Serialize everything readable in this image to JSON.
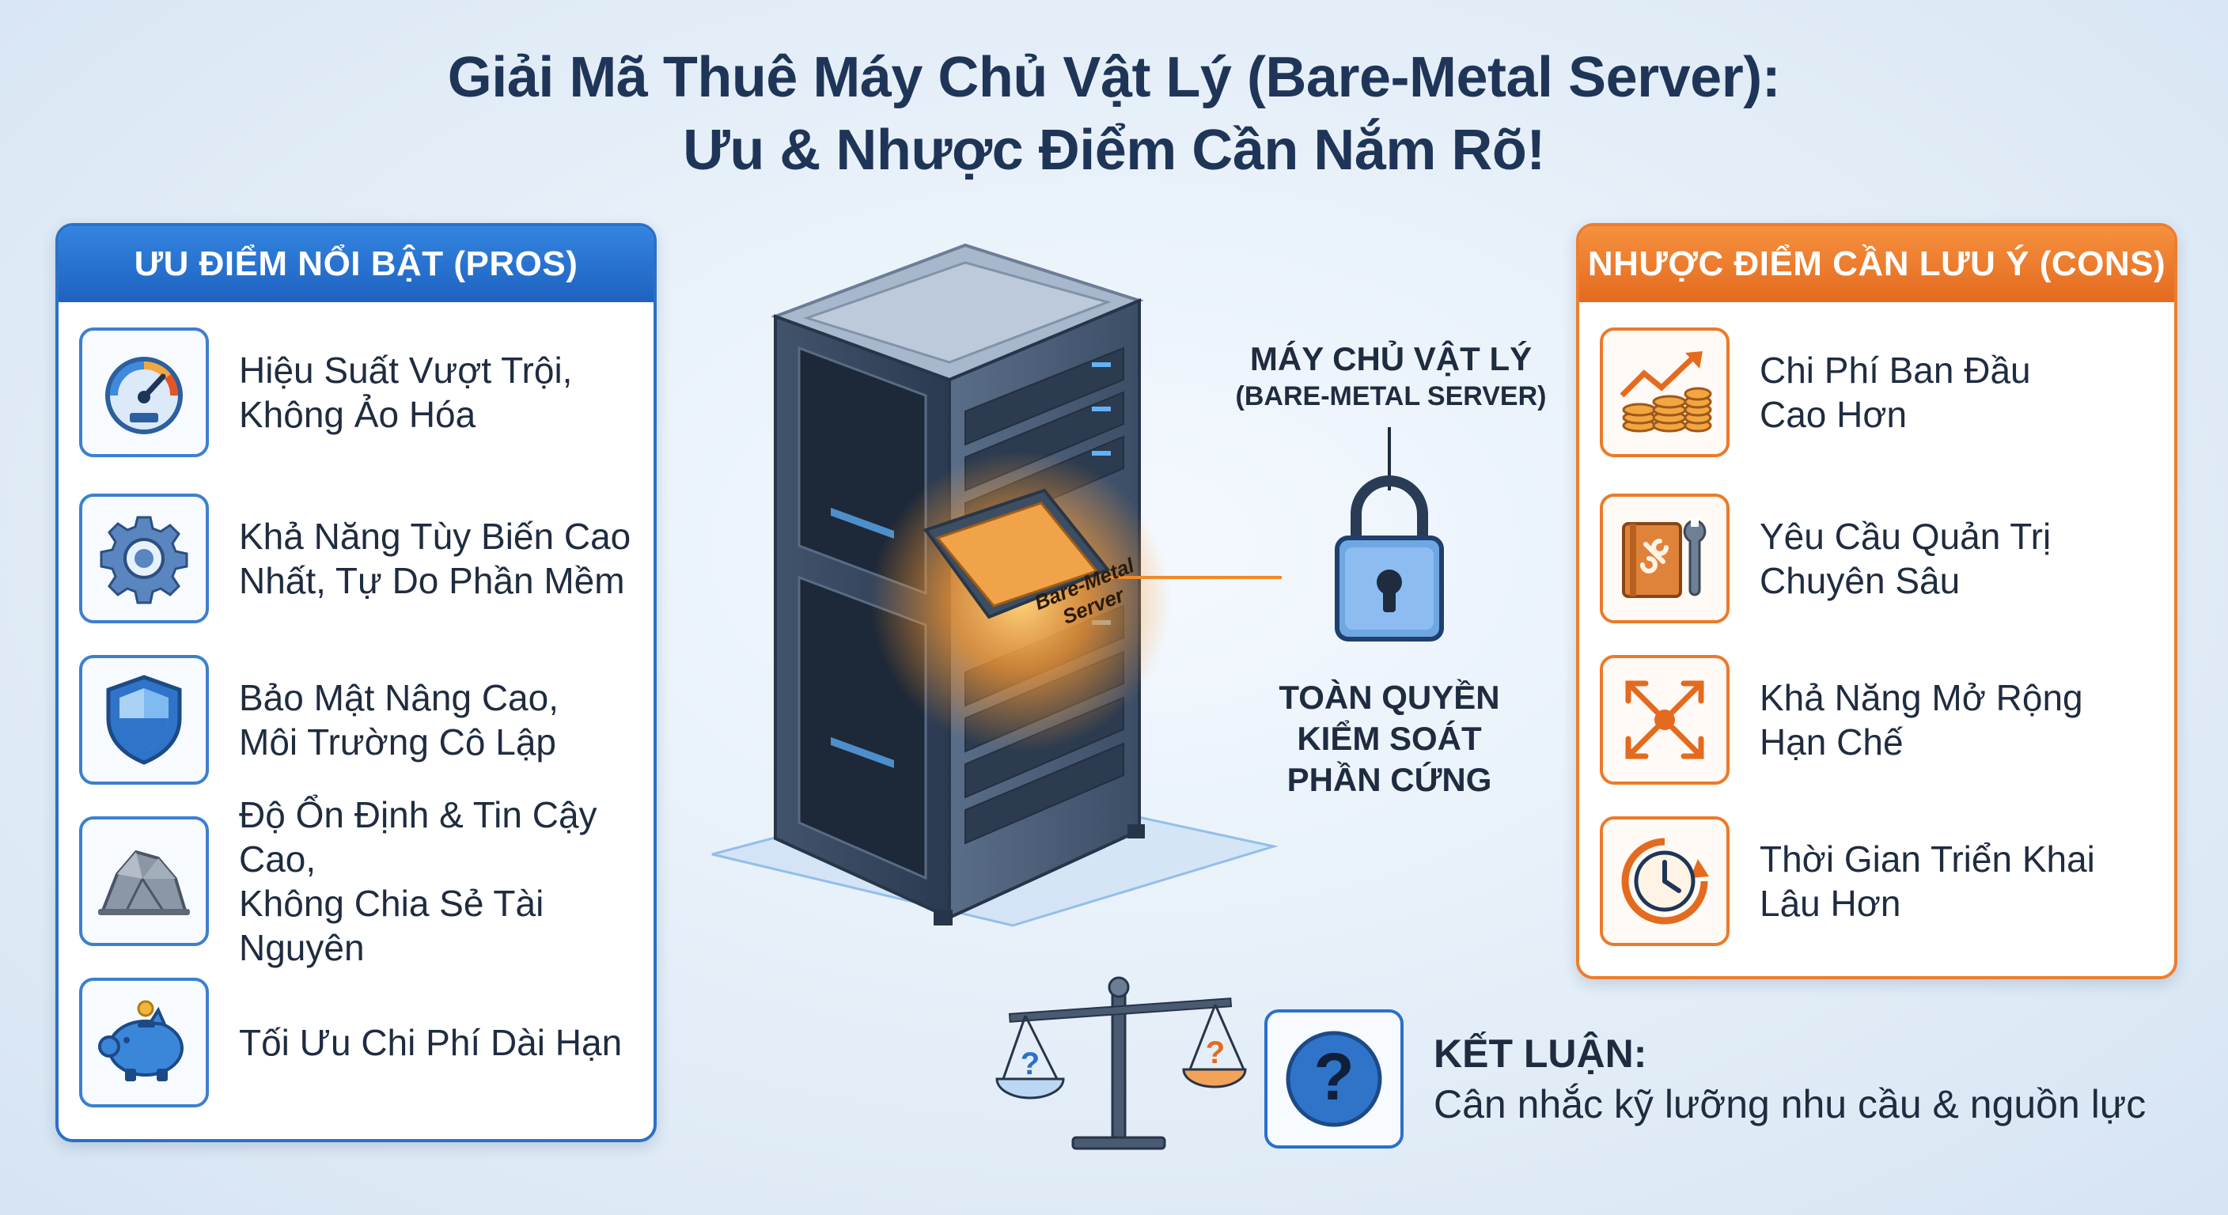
{
  "title": {
    "line1": "Giải Mã Thuê Máy Chủ Vật Lý (Bare-Metal Server):",
    "line2": "Ưu & Nhược Điểm Cần Nắm Rõ!"
  },
  "pros": {
    "header": "ƯU ĐIỂM NỔI BẬT (PROS)",
    "items": [
      {
        "icon": "speedometer-icon",
        "text": "Hiệu Suất Vượt Trội,\nKhông Ảo Hóa"
      },
      {
        "icon": "gear-icon",
        "text": "Khả Năng Tùy Biến Cao\nNhất, Tự Do Phần Mềm"
      },
      {
        "icon": "shield-icon",
        "text": "Bảo Mật Nâng Cao,\nMôi Trường Cô Lập"
      },
      {
        "icon": "rock-icon",
        "text": "Độ Ổn Định & Tin Cậy Cao,\nKhông Chia Sẻ Tài Nguyên"
      },
      {
        "icon": "piggy-bank-icon",
        "text": "Tối Ưu Chi Phí Dài Hạn"
      }
    ]
  },
  "cons": {
    "header": "NHƯỢC ĐIỂM CẦN LƯU Ý (CONS)",
    "items": [
      {
        "icon": "rising-cost-coins-icon",
        "text": "Chi Phí Ban Đầu\nCao Hơn"
      },
      {
        "icon": "manual-wrench-icon",
        "text": "Yêu Cầu Quản Trị\nChuyên Sâu"
      },
      {
        "icon": "expand-arrows-icon",
        "text": "Khả Năng Mở Rộng\nHạn Chế"
      },
      {
        "icon": "clock-icon",
        "text": "Thời Gian Triển Khai\nLâu Hơn"
      }
    ]
  },
  "server": {
    "label_line1": "MÁY CHỦ VẬT LÝ",
    "label_line2": "(BARE-METAL SERVER)",
    "chip_line1": "Bare-Metal",
    "chip_line2": "Server",
    "control_line1": "TOÀN QUYỀN",
    "control_line2": "KIỂM SOÁT",
    "control_line3": "PHẦN CỨNG"
  },
  "conclusion": {
    "heading": "KẾT LUẬN:",
    "text": "Cân nhắc kỹ lưỡng nhu cầu & nguồn lực"
  },
  "colors": {
    "pros_accent": "#2a70c9",
    "cons_accent": "#ee7d2c",
    "title": "#1f3558"
  }
}
